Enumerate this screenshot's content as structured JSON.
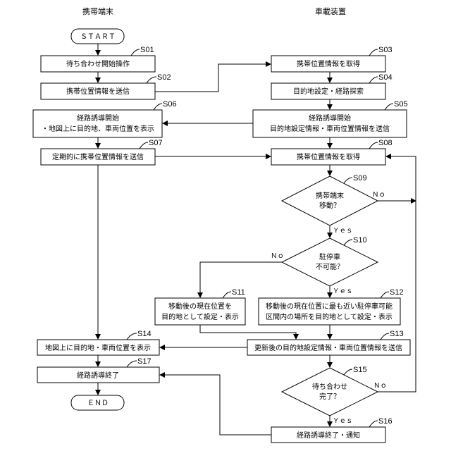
{
  "headers": {
    "mobile": "携帯端末",
    "vehicle": "車載装置"
  },
  "terminals": {
    "start": "ＳＴＡＲＴ",
    "end": "ＥＮＤ"
  },
  "boxes": {
    "s01": [
      "待ち合わせ開始操作"
    ],
    "s02": [
      "携帯位置情報を送信"
    ],
    "s03": [
      "携帯位置情報を取得"
    ],
    "s04": [
      "目的地設定・経路探索"
    ],
    "s05": [
      "経路誘導開始",
      "目的地設定情報・車両位置情報を送信"
    ],
    "s06": [
      "経路誘導開始",
      "・地図上に目的地、車両位置を表示"
    ],
    "s07": [
      "定期的に携帯位置情報を送信"
    ],
    "s08": [
      "携帯位置情報を取得"
    ],
    "s11": [
      "移動後の現在位置を",
      "目的地として設定・表示"
    ],
    "s12": [
      "移動後の現在位置に最も近い駐停車可能",
      "区間内の場所を目的地として設定・表示"
    ],
    "s13": [
      "更新後の目的地設定情報・車両位置情報を送信"
    ],
    "s14": [
      "地図上に目的地・車両位置を表示"
    ],
    "s16": [
      "経路誘導終了・通知"
    ],
    "s17": [
      "経路誘導終了"
    ]
  },
  "decisions": {
    "s09": [
      "携帯端末",
      "移動？"
    ],
    "s10": [
      "駐停車",
      "不可能？"
    ],
    "s15": [
      "待ち合わせ",
      "完了？"
    ]
  },
  "branch_labels": {
    "yes": "Ｙｅｓ",
    "no": "Ｎｏ"
  },
  "step_labels": {
    "s01": "S01",
    "s02": "S02",
    "s03": "S03",
    "s04": "S04",
    "s05": "S05",
    "s06": "S06",
    "s07": "S07",
    "s08": "S08",
    "s09": "S09",
    "s10": "S10",
    "s11": "S11",
    "s12": "S12",
    "s13": "S13",
    "s14": "S14",
    "s15": "S15",
    "s16": "S16",
    "s17": "S17"
  }
}
